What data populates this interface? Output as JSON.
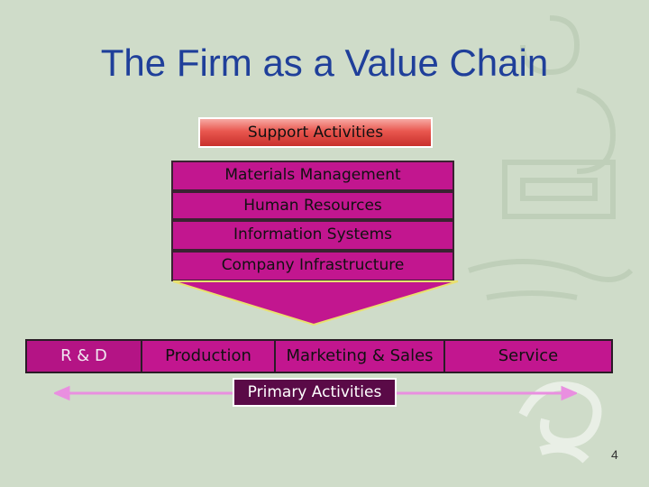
{
  "slide": {
    "title": "The Firm as a Value Chain",
    "page_number": "4"
  },
  "support": {
    "label": "Support Activities",
    "items": [
      "Materials Management",
      "Human Resources",
      "Information Systems",
      "Company Infrastructure"
    ]
  },
  "primary": {
    "label": "Primary Activities",
    "items": [
      "R & D",
      "Production",
      "Marketing & Sales",
      "Service"
    ]
  },
  "colors": {
    "title": "#1f3f9a",
    "support_box": "#d9403a",
    "activity_fill": "#c2168f",
    "primary_label": "#5a0a47",
    "arrow": "#e98fe0"
  }
}
